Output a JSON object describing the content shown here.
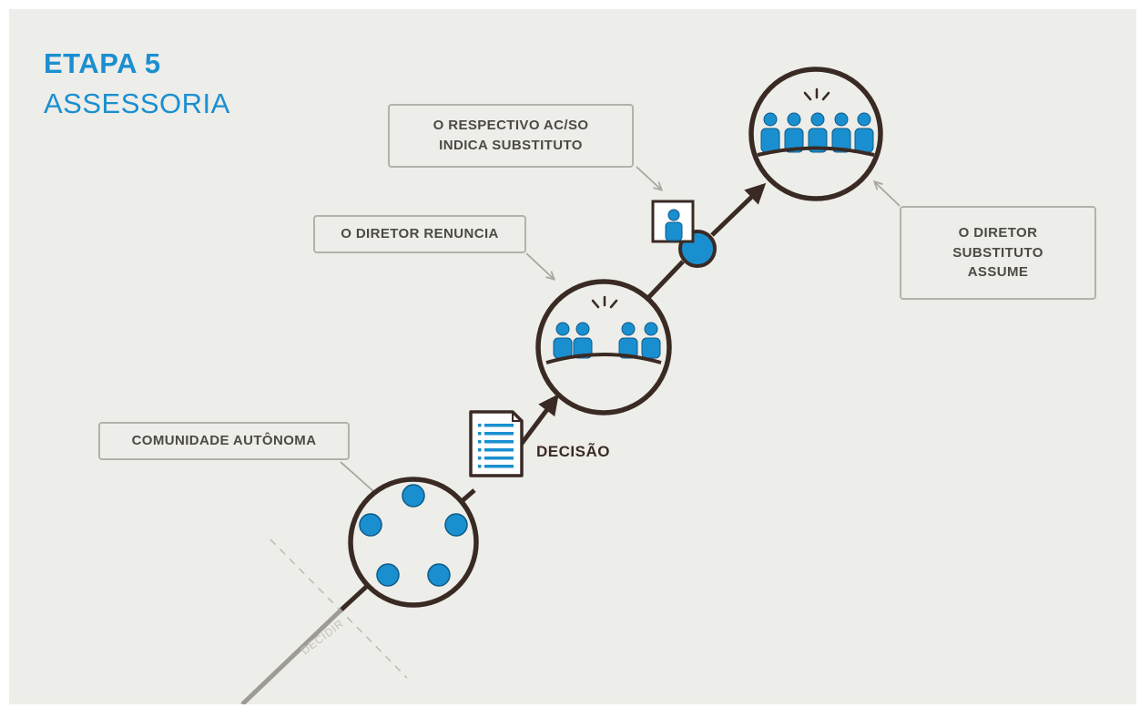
{
  "header": {
    "step": "ETAPA 5",
    "title": "ASSESSORIA"
  },
  "callouts": {
    "autonomous_community": "COMUNIDADE AUTÔNOMA",
    "director_resigns": "O DIRETOR RENUNCIA",
    "ac_so_nominates": "O RESPECTIVO AC/SO\nINDICA SUBSTITUTO",
    "substitute_assumes": "O DIRETOR\nSUBSTITUTO\nASSUME"
  },
  "labels": {
    "decision": "DECISÃO",
    "decide": "DECIDIR"
  },
  "colors": {
    "accent_blue": "#1a8fd0",
    "dark_brown": "#3a2a24",
    "callout_border": "#b4b1ab",
    "background": "#edede9"
  },
  "icons": [
    "community-circle-icon",
    "document-icon",
    "board-resign-icon",
    "person-frame-icon",
    "board-full-icon",
    "arrow-icon"
  ]
}
